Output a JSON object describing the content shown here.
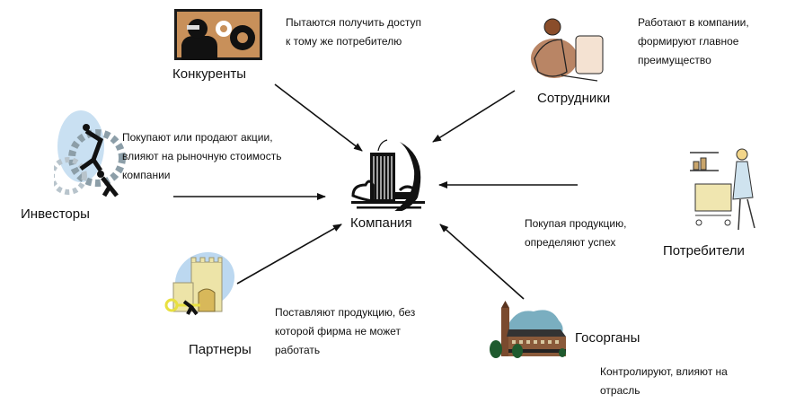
{
  "center": {
    "label": "Компания",
    "icon": "office-building-icon"
  },
  "nodes": {
    "competitors": {
      "label": "Конкуренты",
      "desc": [
        "Пытаются получить доступ",
        "к тому же потребителю"
      ],
      "icon": "gears-businessman-icon"
    },
    "employees": {
      "label": "Сотрудники",
      "desc": [
        "Работают в компании,",
        "формируют главное",
        "преимущество"
      ],
      "icon": "office-worker-icon"
    },
    "investors": {
      "label": "Инвесторы",
      "desc": [
        "Покупают или продают акции,",
        "влияют на рыночную стоимость",
        "компании"
      ],
      "icon": "businessmen-gears-icon"
    },
    "consumers": {
      "label": "Потребители",
      "desc": [
        "Покупая продукцию,",
        "определяют успех"
      ],
      "icon": "shopper-cart-icon"
    },
    "partners": {
      "label": "Партнеры",
      "desc": [
        "Поставляют продукцию, без",
        "которой фирма не может",
        "работать"
      ],
      "icon": "castle-key-icon"
    },
    "government": {
      "label": "Госорганы",
      "desc": [
        "Контролируют, влияют на",
        "отрасль"
      ],
      "icon": "government-building-icon"
    }
  },
  "colors": {
    "arrow": "#111111",
    "tan": "#c8905a",
    "sky": "#bcd8f0",
    "skin": "#a8663e"
  }
}
